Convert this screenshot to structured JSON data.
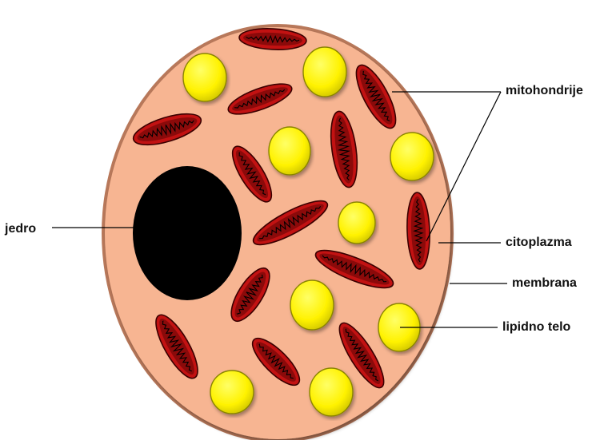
{
  "colors": {
    "cytoplasm": "#F7B592",
    "membrane": "#B8785A",
    "nucleus": "#000000",
    "mitochondrion_outer": "#8B0A0A",
    "mitochondrion_inner": "#C21212",
    "lipid_body": "#FFF200",
    "lipid_body_rim": "#8A8400"
  },
  "icons": {
    "mitochondrion": "mitochondrion-icon",
    "lipid_body": "lipid-body-icon",
    "nucleus": "nucleus-icon"
  },
  "labels": {
    "nucleus": "jedro",
    "mitochondria": "mitohondrije",
    "cytoplasm": "citoplazma",
    "membrane": "membrana",
    "lipid_body": "lipidno telo"
  }
}
